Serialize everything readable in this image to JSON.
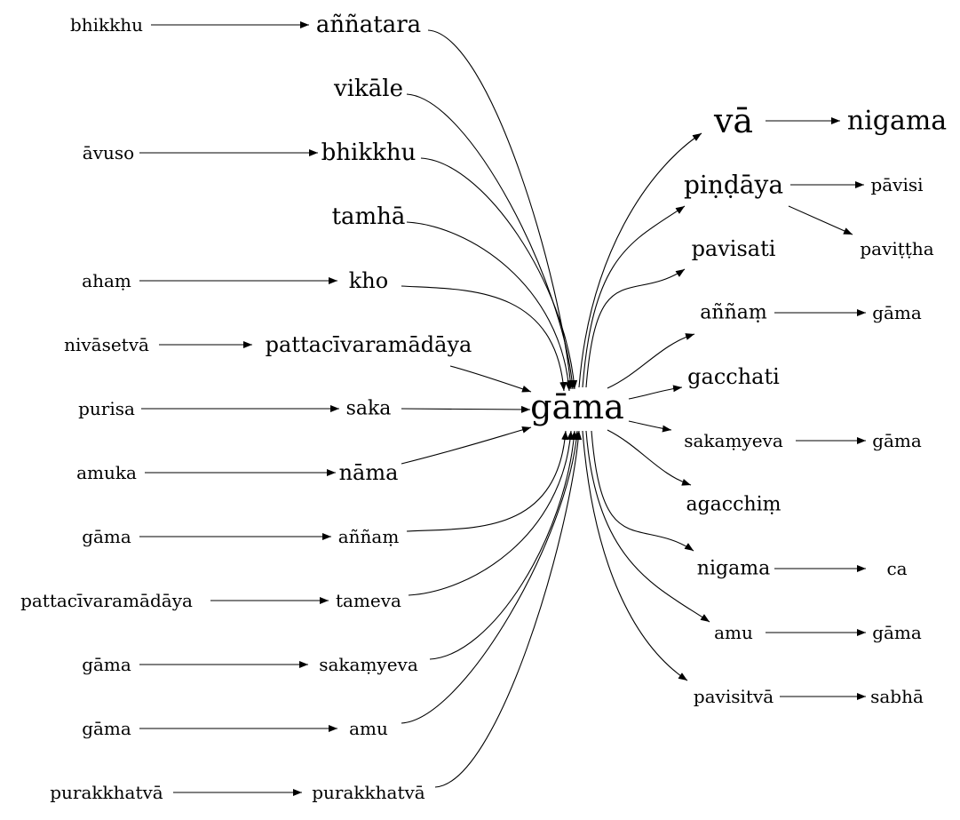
{
  "center": "gāma",
  "left_chains": [
    {
      "source": "bhikkhu",
      "target": "aññatara"
    },
    {
      "source": null,
      "target": "vikāle"
    },
    {
      "source": "āvuso",
      "target": "bhikkhu"
    },
    {
      "source": null,
      "target": "tamhā"
    },
    {
      "source": "ahaṃ",
      "target": "kho"
    },
    {
      "source": "nivāsetvā",
      "target": "pattacīvaramādāya"
    },
    {
      "source": "purisa",
      "target": "saka"
    },
    {
      "source": "amuka",
      "target": "nāma"
    },
    {
      "source": "gāma",
      "target": "aññaṃ"
    },
    {
      "source": "pattacīvaramādāya",
      "target": "tameva"
    },
    {
      "source": "gāma",
      "target": "sakaṃyeva"
    },
    {
      "source": "gāma",
      "target": "amu"
    },
    {
      "source": "purakkhatvā",
      "target": "purakkhatvā"
    }
  ],
  "right_chains": [
    {
      "word": "vā",
      "next": [
        "nigama"
      ]
    },
    {
      "word": "piṇḍāya",
      "next": [
        "pāvisi",
        "paviṭṭha"
      ]
    },
    {
      "word": "pavisati",
      "next": []
    },
    {
      "word": "aññaṃ",
      "next": [
        "gāma"
      ]
    },
    {
      "word": "gacchati",
      "next": []
    },
    {
      "word": "sakaṃyeva",
      "next": [
        "gāma"
      ]
    },
    {
      "word": "agacchiṃ",
      "next": []
    },
    {
      "word": "nigama",
      "next": [
        "ca"
      ]
    },
    {
      "word": "amu",
      "next": [
        "gāma"
      ]
    },
    {
      "word": "pavisitvā",
      "next": [
        "sabhā"
      ]
    }
  ]
}
